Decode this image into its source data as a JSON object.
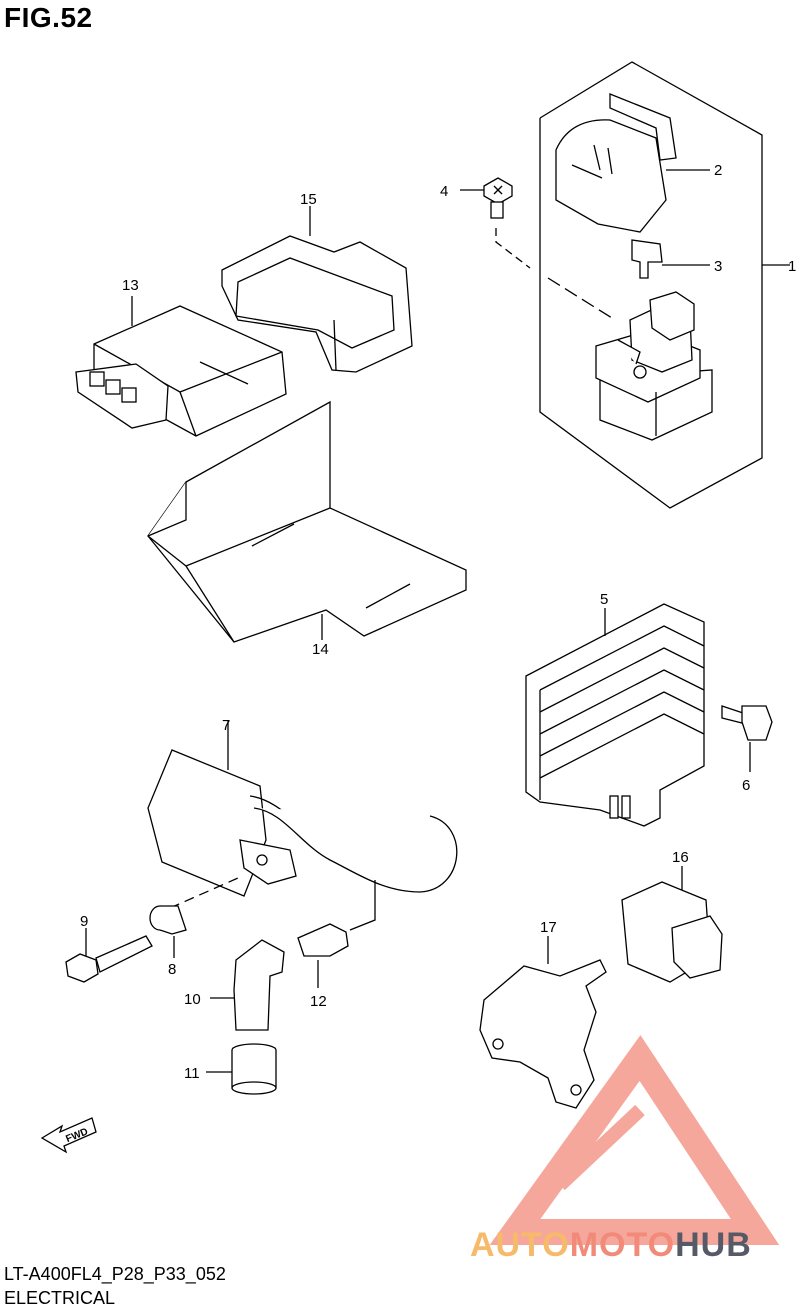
{
  "figure": {
    "title": "FIG.52",
    "code": "LT-A400FL4_P28_P33_052",
    "section": "ELECTRICAL",
    "fwd_label": "FWD"
  },
  "callouts": [
    "1",
    "2",
    "3",
    "4",
    "5",
    "6",
    "7",
    "8",
    "9",
    "10",
    "11",
    "12",
    "13",
    "14",
    "15",
    "16",
    "17"
  ],
  "watermark": {
    "part1": "AUTO",
    "part2": "MOTO",
    "part3": "HUB",
    "colors": {
      "orange": "#f7b96a",
      "red": "#f28a7a",
      "dark": "#555a66"
    }
  }
}
